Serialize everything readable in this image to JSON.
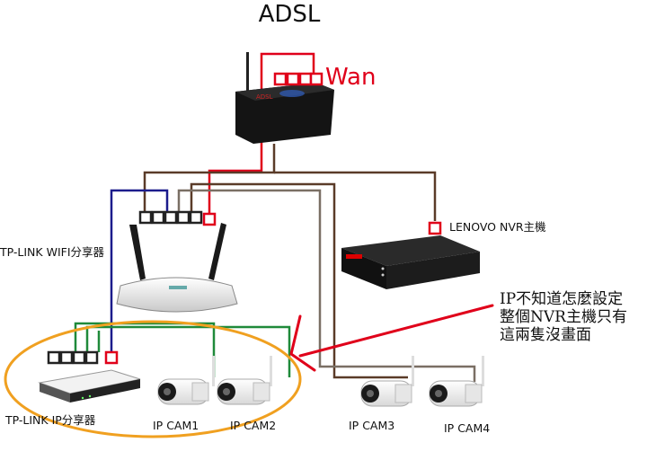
{
  "diagram": {
    "title": "ADSL",
    "wan_label": "Wan",
    "labels": {
      "wifi_router": "TP-LINK WIFI分享器",
      "ip_sharer": "TP-LINK IP分享器",
      "nvr": "LENOVO NVR主機",
      "cam1": "IP CAM1",
      "cam2": "IP CAM2",
      "cam3": "IP CAM3",
      "cam4": "IP CAM4"
    },
    "note_lines": [
      "IP不知道怎麼設定",
      "整個NVR主機只有",
      "這兩隻沒畫面"
    ],
    "colors": {
      "red": "#e0001a",
      "brown": "#5a3b28",
      "gray": "#7a6f64",
      "blue": "#1c1c8c",
      "green": "#1f8a3a",
      "orange": "#f0a020"
    }
  }
}
